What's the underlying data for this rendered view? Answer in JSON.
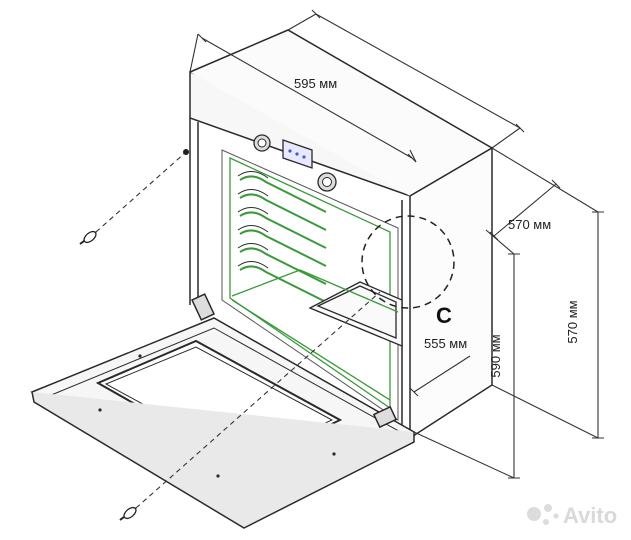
{
  "dimensions": {
    "width_top": "595 мм",
    "depth_top": "570 мм",
    "side_height": "570 мм",
    "niche_depth": "555 мм",
    "front_height": "590 мм"
  },
  "detail_label": "C",
  "watermark": "Avito",
  "colors": {
    "outline": "#2a2a2a",
    "rack": "#3a9a3a",
    "background": "#ffffff"
  }
}
